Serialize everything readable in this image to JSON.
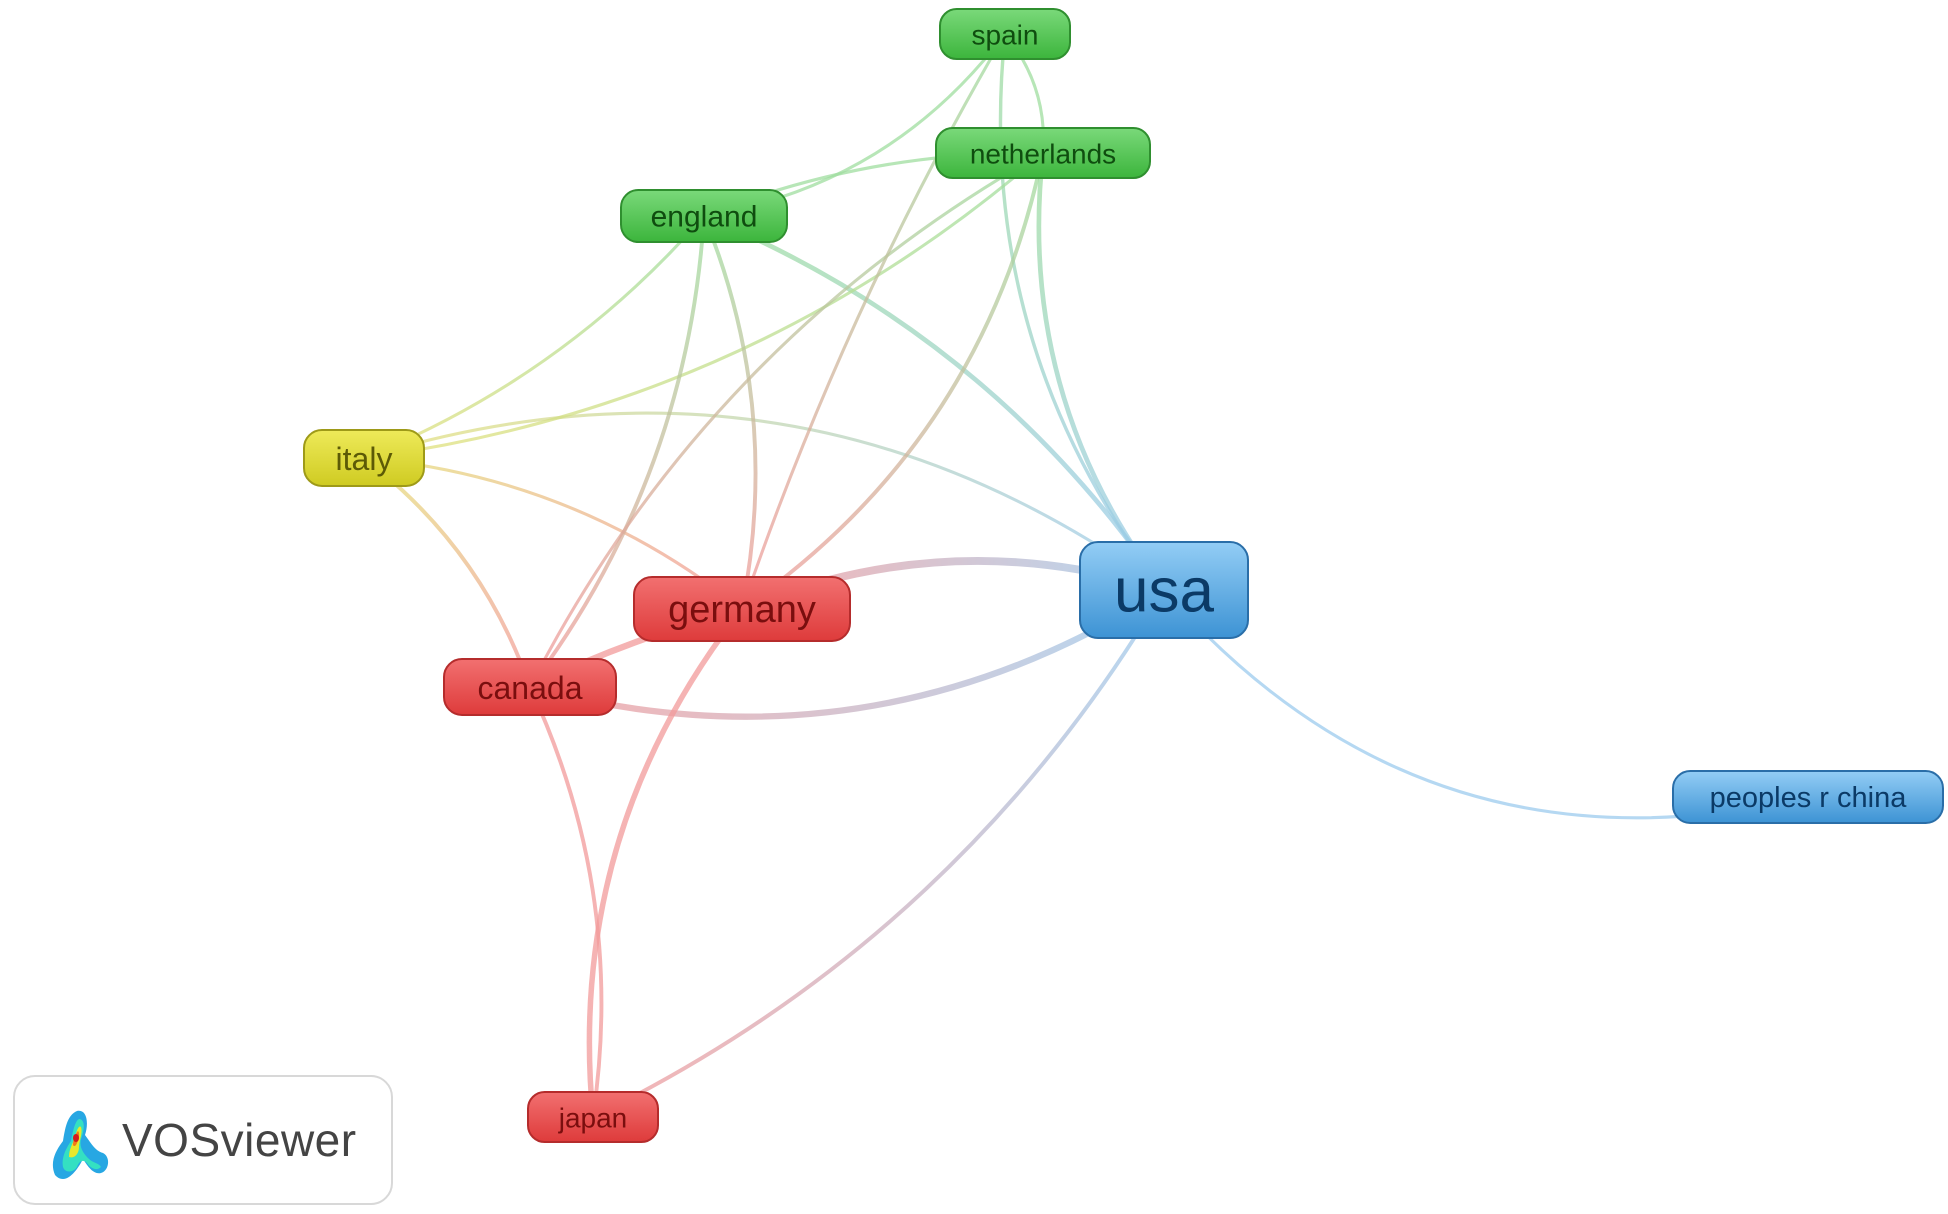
{
  "network": {
    "colors": {
      "red": "#e84b4b",
      "green": "#4cc14c",
      "blue": "#4da4e0",
      "yellow": "#d6d32e"
    },
    "nodes": [
      {
        "id": "usa",
        "label": "usa",
        "color": "blue"
      },
      {
        "id": "germany",
        "label": "germany",
        "color": "red"
      },
      {
        "id": "canada",
        "label": "canada",
        "color": "red"
      },
      {
        "id": "japan",
        "label": "japan",
        "color": "red"
      },
      {
        "id": "italy",
        "label": "italy",
        "color": "yellow"
      },
      {
        "id": "england",
        "label": "england",
        "color": "green"
      },
      {
        "id": "netherlands",
        "label": "netherlands",
        "color": "green"
      },
      {
        "id": "spain",
        "label": "spain",
        "color": "green"
      },
      {
        "id": "peoples-r-china",
        "label": "peoples r china",
        "color": "blue"
      }
    ],
    "links": [
      {
        "source": "usa",
        "target": "germany",
        "strength": 4
      },
      {
        "source": "usa",
        "target": "canada",
        "strength": 3
      },
      {
        "source": "germany",
        "target": "canada",
        "strength": 3
      },
      {
        "source": "germany",
        "target": "japan",
        "strength": 2.5
      },
      {
        "source": "canada",
        "target": "japan",
        "strength": 1.5
      },
      {
        "source": "usa",
        "target": "japan",
        "strength": 1.5
      },
      {
        "source": "usa",
        "target": "england",
        "strength": 2
      },
      {
        "source": "usa",
        "target": "netherlands",
        "strength": 2
      },
      {
        "source": "usa",
        "target": "spain",
        "strength": 1.2
      },
      {
        "source": "usa",
        "target": "italy",
        "strength": 1
      },
      {
        "source": "usa",
        "target": "peoples-r-china",
        "strength": 1
      },
      {
        "source": "italy",
        "target": "canada",
        "strength": 1.5
      },
      {
        "source": "italy",
        "target": "germany",
        "strength": 1
      },
      {
        "source": "italy",
        "target": "england",
        "strength": 1
      },
      {
        "source": "italy",
        "target": "netherlands",
        "strength": 1
      },
      {
        "source": "england",
        "target": "germany",
        "strength": 1.5
      },
      {
        "source": "england",
        "target": "canada",
        "strength": 1.5
      },
      {
        "source": "england",
        "target": "netherlands",
        "strength": 1
      },
      {
        "source": "england",
        "target": "spain",
        "strength": 1
      },
      {
        "source": "netherlands",
        "target": "germany",
        "strength": 1.5
      },
      {
        "source": "netherlands",
        "target": "canada",
        "strength": 1
      },
      {
        "source": "netherlands",
        "target": "spain",
        "strength": 1
      },
      {
        "source": "spain",
        "target": "germany",
        "strength": 1
      }
    ]
  },
  "logo": {
    "text": "VOSviewer"
  }
}
